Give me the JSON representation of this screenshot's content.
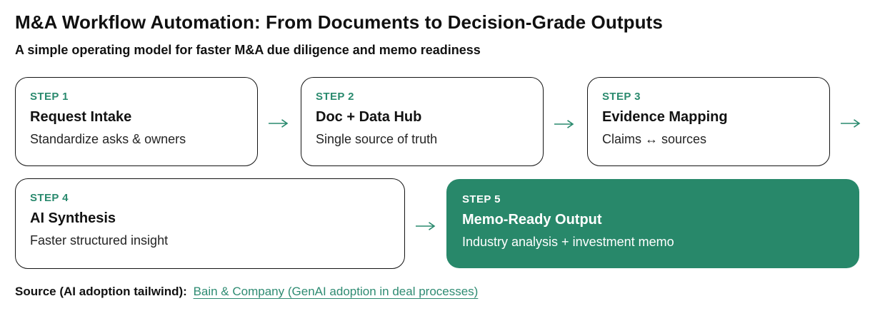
{
  "header": {
    "title": "M&A Workflow Automation: From Documents to Decision-Grade Outputs",
    "subtitle": "A simple operating model for faster M&A due diligence and memo readiness"
  },
  "steps": [
    {
      "step_label": "STEP 1",
      "title": "Request Intake",
      "description": "Standardize asks & owners",
      "highlighted": false
    },
    {
      "step_label": "STEP 2",
      "title": "Doc + Data Hub",
      "description": "Single source of truth",
      "highlighted": false
    },
    {
      "step_label": "STEP 3",
      "title": "Evidence Mapping",
      "description": "Claims ↔ sources",
      "highlighted": false
    },
    {
      "step_label": "STEP 4",
      "title": "AI Synthesis",
      "description": "Faster structured insight",
      "highlighted": false
    },
    {
      "step_label": "STEP 5",
      "title": "Memo-Ready Output",
      "description": "Industry analysis + investment memo",
      "highlighted": true
    }
  ],
  "footer": {
    "source_label": "Source (AI adoption tailwind):",
    "link_text": "Bain & Company (GenAI adoption in deal processes)"
  },
  "colors": {
    "accent_green": "#2a8a6e",
    "highlight_fill": "#28886a",
    "link_teal": "#2e8b72",
    "text_dark": "#121212",
    "box_border": "#141414",
    "background": "#ffffff"
  }
}
